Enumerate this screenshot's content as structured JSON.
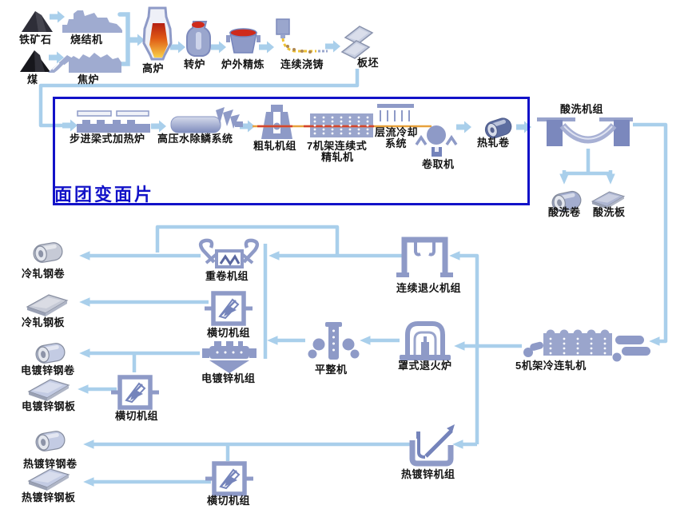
{
  "colors": {
    "connector_blue": "#a9cfeb",
    "icon_slate": "#8e9ac7",
    "icon_slate_dark": "#7584bb",
    "highlight_box_border": "#1212c8",
    "overlay_text_color": "#1212c8",
    "process_line_red": "#d4442c",
    "process_line_orange": "#e8a13c",
    "label_text": "#141414"
  },
  "overlay": {
    "text": "面团变面片"
  },
  "nodes": {
    "iron_ore": {
      "label": "铁矿石"
    },
    "sinter": {
      "label": "烧结机"
    },
    "coal": {
      "label": "煤"
    },
    "coke_oven": {
      "label": "焦炉"
    },
    "blast_furnace": {
      "label": "高炉"
    },
    "converter": {
      "label": "转炉"
    },
    "ladle_refining": {
      "label": "炉外精炼"
    },
    "casting": {
      "label": "连续浇铸"
    },
    "slab": {
      "label": "板坯"
    },
    "walking_beam_furnace": {
      "label": "步进梁式加热炉"
    },
    "descaling": {
      "label": "高压水除鳞系统"
    },
    "rough_mill": {
      "label": "粗轧机组"
    },
    "finish_mill": {
      "label_line1": "7机架连续式",
      "label_line2": "精轧机"
    },
    "laminar_cooling": {
      "label_line1": "层流冷却",
      "label_line2": "系统"
    },
    "coiler": {
      "label": "卷取机"
    },
    "hot_coil": {
      "label": "热轧卷"
    },
    "pickling": {
      "label": "酸洗机组"
    },
    "pickled_coil": {
      "label": "酸洗卷"
    },
    "pickled_sheet": {
      "label": "酸洗板"
    },
    "rewinder": {
      "label": "重卷机组"
    },
    "cross_cut_1": {
      "label": "横切机组"
    },
    "egl": {
      "label": "电镀锌机组"
    },
    "temper_mill": {
      "label": "平整机"
    },
    "cal": {
      "label": "连续退火机组"
    },
    "bell_furnace": {
      "label": "罩式退火炉"
    },
    "cold_mill": {
      "label": "5机架冷连轧机"
    },
    "cross_cut_2": {
      "label": "横切机组"
    },
    "hdg": {
      "label": "热镀锌机组"
    },
    "cross_cut_3": {
      "label": "横切机组"
    },
    "cr_coil": {
      "label": "冷轧钢卷"
    },
    "cr_sheet": {
      "label": "冷轧钢板"
    },
    "eg_coil": {
      "label": "电镀锌钢卷"
    },
    "eg_sheet": {
      "label": "电镀锌钢板"
    },
    "hdg_coil": {
      "label": "热镀锌钢卷"
    },
    "hdg_sheet": {
      "label": "热镀锌钢板"
    }
  }
}
